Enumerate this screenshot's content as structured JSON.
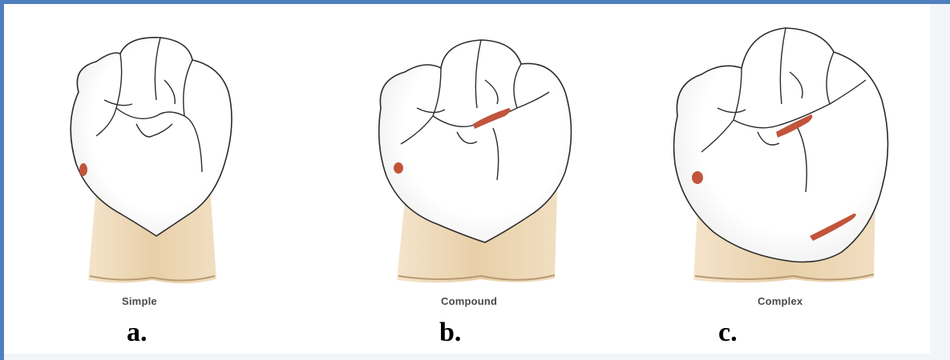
{
  "figure": {
    "panels": [
      {
        "caption": "Simple",
        "letter": "a."
      },
      {
        "caption": "Compound",
        "letter": "b."
      },
      {
        "caption": "Complex",
        "letter": "c."
      }
    ]
  },
  "colors": {
    "frame_border": "#4f7fbd",
    "crown_fill": "#ffffff",
    "crown_outline": "#2b2b2b",
    "root_fill": "#efd9b8",
    "cavity_fill": "#c1553b"
  }
}
